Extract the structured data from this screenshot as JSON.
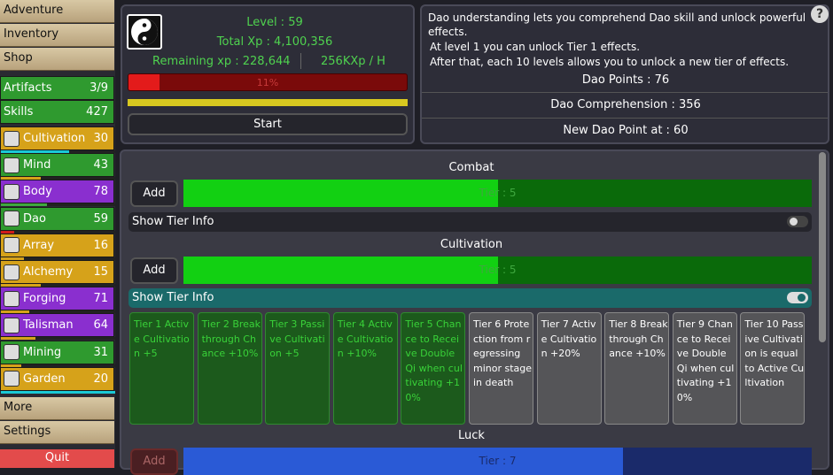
{
  "nav": {
    "adventure": "Adventure",
    "inventory": "Inventory",
    "shop": "Shop",
    "more": "More",
    "settings": "Settings",
    "quit": "Quit"
  },
  "stats": {
    "artifacts_label": "Artifacts",
    "artifacts_value": "3/9",
    "skills_label": "Skills",
    "skills_value": "427"
  },
  "skills": [
    {
      "label": "Cultivation",
      "value": "30",
      "color": "#d6a21a",
      "bar": "#1ac9d6",
      "progress": 0.6
    },
    {
      "label": "Mind",
      "value": "43",
      "color": "#2f9a2f",
      "bar": "#d6a21a",
      "progress": 0.35
    },
    {
      "label": "Body",
      "value": "78",
      "color": "#8a2fcf",
      "bar": "#3fa83f",
      "progress": 0.4
    },
    {
      "label": "Dao",
      "value": "59",
      "color": "#2f9a2f",
      "bar": "#d11a1a",
      "progress": 0.12
    },
    {
      "label": "Array",
      "value": "16",
      "color": "#d6a21a",
      "bar": "#d6a21a",
      "progress": 0.2
    },
    {
      "label": "Alchemy",
      "value": "15",
      "color": "#d6a21a",
      "bar": "#d6a21a",
      "progress": 0.35
    },
    {
      "label": "Forging",
      "value": "71",
      "color": "#8a2fcf",
      "bar": "#d6a21a",
      "progress": 0.25
    },
    {
      "label": "Talisman",
      "value": "64",
      "color": "#8a2fcf",
      "bar": "#d6a21a",
      "progress": 0.3
    },
    {
      "label": "Mining",
      "value": "31",
      "color": "#2f9a2f",
      "bar": "#d6a21a",
      "progress": 0.18
    },
    {
      "label": "Garden",
      "value": "20",
      "color": "#d6a21a",
      "bar": "#1ac9d6",
      "progress": 1.0
    }
  ],
  "level_panel": {
    "level": "Level : 59",
    "total_xp": "Total Xp : 4,100,356",
    "remaining_xp": "Remaining xp : 228,644",
    "rate": "256KXp / H",
    "progress_text": "11%",
    "progress": 0.11,
    "start": "Start"
  },
  "info_panel": {
    "line1": "Dao understanding lets you comprehend Dao skill and unlock powerful",
    "line2": "effects.",
    "line3": "At level 1 you can unlock Tier 1 effects.",
    "line4": "After that, each 10 levels allows you to unlock a new tier of effects.",
    "dao_points": "Dao Points : 76",
    "comprehension": "Dao Comprehension : 356",
    "new_point": "New Dao Point at : 60",
    "help": "?"
  },
  "categories": [
    {
      "title": "Combat",
      "add": "Add",
      "tier": "Tier : 5",
      "progress": 0.5,
      "show": "Show Tier Info"
    },
    {
      "title": "Cultivation",
      "add": "Add",
      "tier": "Tier : 5",
      "progress": 0.5,
      "show": "Show Tier Info"
    },
    {
      "title": "Luck",
      "add": "Add",
      "tier": "Tier : 7",
      "progress": 0.7
    }
  ],
  "tiers": [
    {
      "text": "Tier 1 Active Cultivation +5",
      "unlocked": true
    },
    {
      "text": "Tier 2 Breakthrough Chance +10%",
      "unlocked": true
    },
    {
      "text": "Tier 3 Passive Cultivation +5",
      "unlocked": true
    },
    {
      "text": "Tier 4 Active Cultivation +10%",
      "unlocked": true
    },
    {
      "text": "Tier 5 Chance to Receive Double Qi when cultivating +10%",
      "unlocked": true
    },
    {
      "text": "Tier 6 Protection from regressing minor stage in death",
      "unlocked": false
    },
    {
      "text": "Tier 7 Active Cultivation +20%",
      "unlocked": false
    },
    {
      "text": "Tier 8 Breakthrough Chance +10%",
      "unlocked": false
    },
    {
      "text": "Tier 9 Chance to Receive Double Qi when cultivating +10%",
      "unlocked": false
    },
    {
      "text": "Tier 10 Passive Cultivation is equal to Active Cultivation",
      "unlocked": false
    }
  ]
}
